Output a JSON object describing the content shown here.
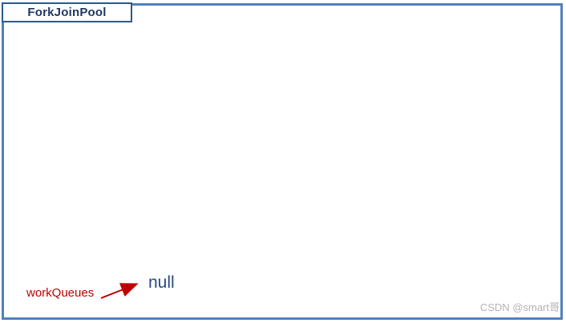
{
  "diagram": {
    "title": "ForkJoinPool",
    "field": {
      "label": "workQueues",
      "value": "null"
    },
    "watermark": "CSDN @smart哥",
    "colors": {
      "container_border": "#4f81bd",
      "tab_border": "#2e5987",
      "title_text": "#1f3864",
      "value_text": "#2a4a80",
      "label_text": "#c00000",
      "arrow": "#c00000",
      "watermark_text": "#b3b3b3"
    }
  }
}
